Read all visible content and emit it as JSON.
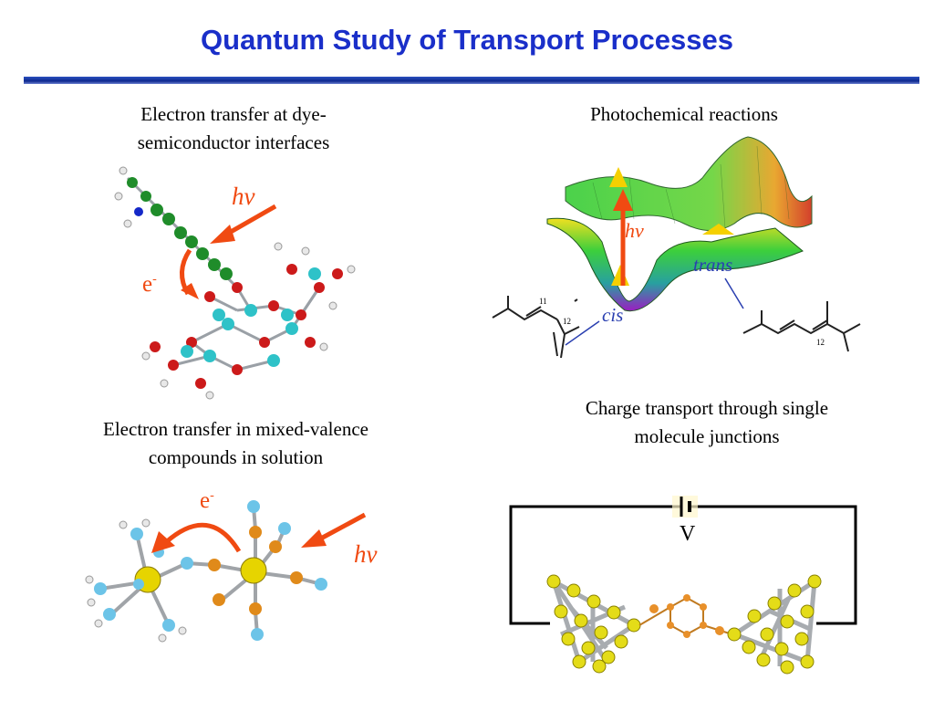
{
  "slide": {
    "title": "Quantum Study of Transport Processes",
    "panels": {
      "top_left": {
        "caption_line1": "Electron transfer at dye-",
        "caption_line2": "semiconductor interfaces",
        "photon_label": "hν",
        "electron_label": "e",
        "electron_sup": "-"
      },
      "top_right": {
        "caption": "Photochemical reactions",
        "photon_label": "hν",
        "trans_label": "trans",
        "cis_label": "cis",
        "atom_label_11": "11",
        "atom_label_12_left": "12",
        "atom_label_12_right": "12"
      },
      "bottom_left": {
        "caption_line1": "Electron transfer in mixed-valence",
        "caption_line2": "compounds in solution",
        "electron_label": "e",
        "electron_sup": "-",
        "photon_label": "hν"
      },
      "bottom_right": {
        "caption_line1": "Charge transport through single",
        "caption_line2": "molecule junctions",
        "voltage_label": "V"
      }
    },
    "colors": {
      "title": "#1a2fc9",
      "arrow": "#f04a12",
      "label_blue": "#2a3fb0"
    }
  }
}
